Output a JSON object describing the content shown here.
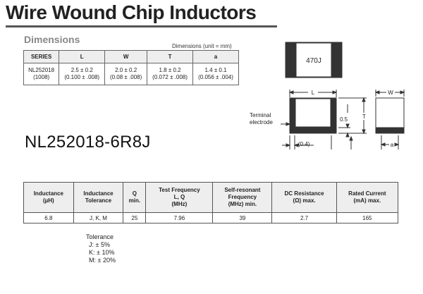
{
  "title": "Wire Wound Chip Inductors",
  "dimensions": {
    "heading": "Dimensions",
    "unit_note": "Dimensions (unit = mm)",
    "columns": [
      "SERIES",
      "L",
      "W",
      "T",
      "a"
    ],
    "row": [
      [
        "NL252018",
        "(1008)"
      ],
      [
        "2.5 ± 0.2",
        "(0.100 ± .008)"
      ],
      [
        "2.0 ± 0.2",
        "(0.08 ± .008)"
      ],
      [
        "1.8 ± 0.2",
        "(0.072 ± .008)"
      ],
      [
        "1.4 ± 0.1",
        "(0.056 ± .004)"
      ]
    ]
  },
  "drawing": {
    "marking": "470J",
    "label_L": "L",
    "label_W": "W",
    "label_T": "T",
    "label_a": "a",
    "dim_05": "0.5",
    "dim_04": "(0.4)",
    "terminal_1": "Terminal",
    "terminal_2": "electrode"
  },
  "part_number": "NL252018-6R8J",
  "specs": {
    "headers": [
      [
        "Inductance",
        "(µH)"
      ],
      [
        "Inductance",
        "Tolerance"
      ],
      [
        "Q",
        "min."
      ],
      [
        "Test Frequency",
        "L, Q",
        "(MHz)"
      ],
      [
        "Self-resonant",
        "Frequency",
        "(MHz) min."
      ],
      [
        "DC Resistance",
        "(Ω) max."
      ],
      [
        "Rated Current",
        "(mA) max."
      ]
    ],
    "values": [
      "6.8",
      "J, K, M",
      "25",
      "7.96",
      "39",
      "2.7",
      "165"
    ]
  },
  "tolerance": {
    "heading": "Tolerance",
    "items": [
      "J: ± 5%",
      "K: ± 10%",
      "M: ± 20%"
    ]
  }
}
